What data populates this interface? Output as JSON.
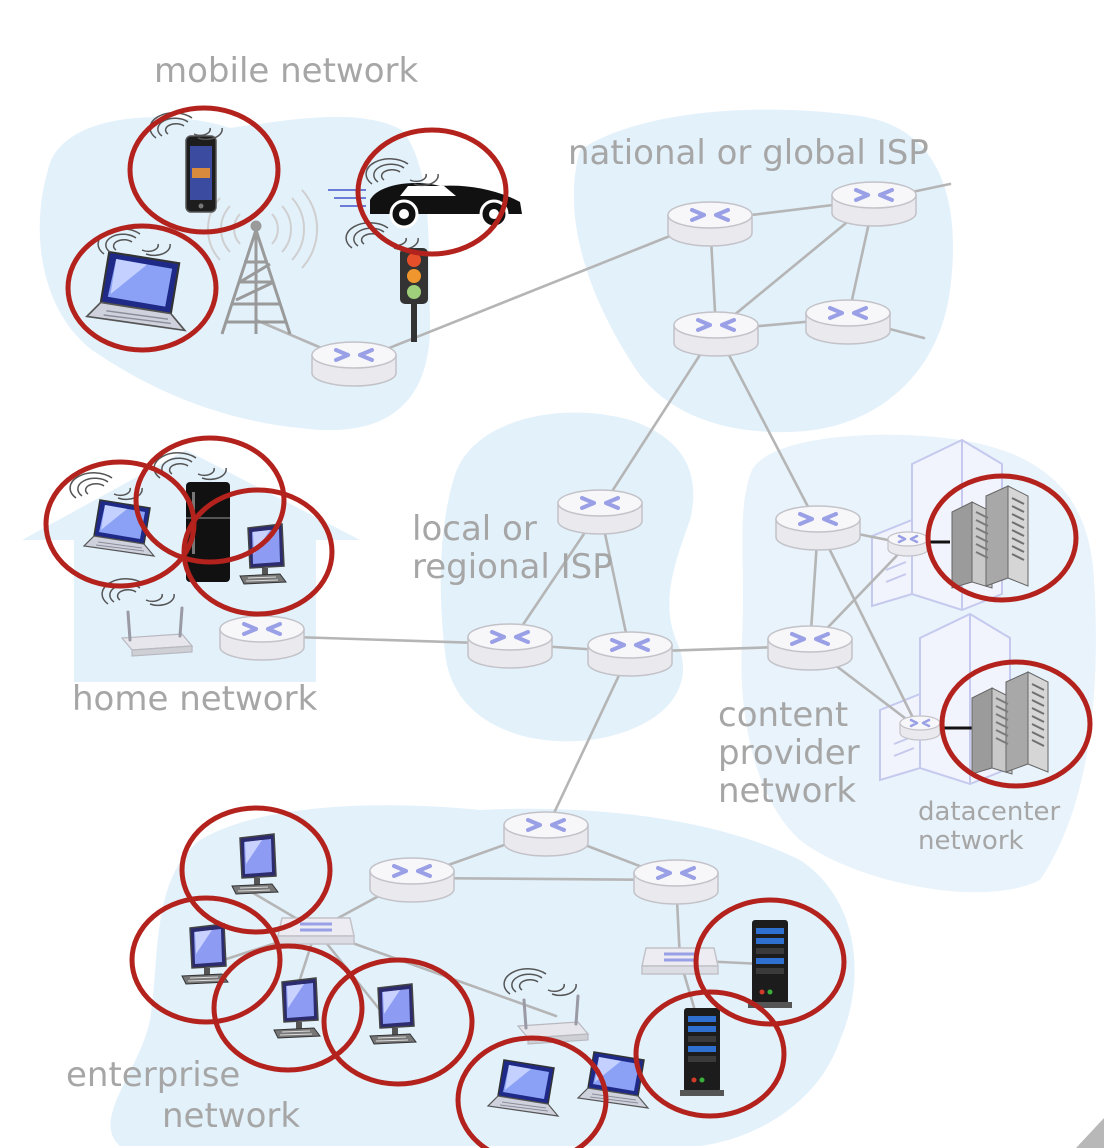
{
  "labels": {
    "mobile_network": "mobile network",
    "national_isp": "national or global ISP",
    "local_isp": "local or\nregional ISP",
    "home_network": "home network",
    "content_provider": "content\nprovider\nnetwork",
    "datacenter": "datacenter\nnetwork",
    "enterprise_line1": "enterprise",
    "enterprise_line2": "network"
  },
  "colors": {
    "region_fill": "#e3f1fb",
    "label_gray": "#a6a6a6",
    "highlight_ring": "#b3221c",
    "router_accent": "#9aa0e6",
    "link_gray": "#b5b5b5",
    "datacenter_outline": "#c5c9ee"
  },
  "icons": [
    "router-icon",
    "smartphone-icon",
    "laptop-icon",
    "cell-tower-icon",
    "car-icon",
    "traffic-light-icon",
    "refrigerator-icon",
    "desktop-computer-icon",
    "wifi-router-icon",
    "server-rack-icon",
    "server-tower-icon",
    "link-switch-icon"
  ]
}
